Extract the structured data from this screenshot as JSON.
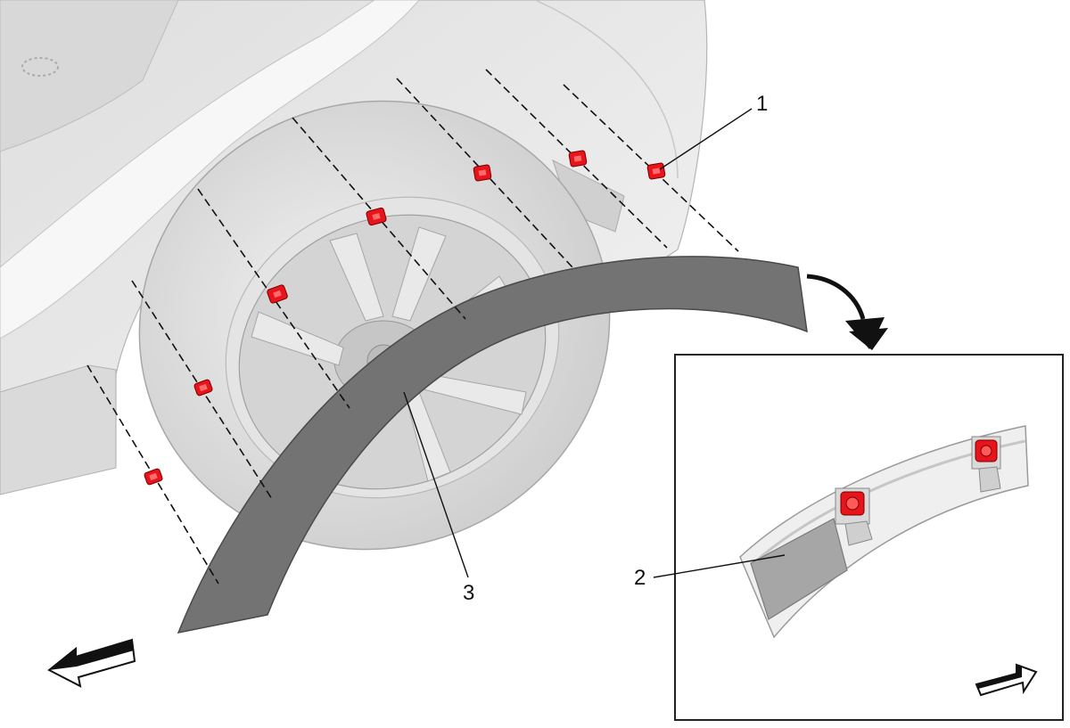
{
  "callouts": {
    "clip_label": "1",
    "seal_label": "2",
    "liner_label": "3"
  },
  "colors": {
    "body_panel": "#e6e6e6",
    "tire": "#dcdcdc",
    "wheel": "#cfcfcf",
    "liner": "#737373",
    "clip": "#e8141c",
    "line": "#111111",
    "detail_frame": "#222222"
  },
  "icons": {
    "main_direction": "arrow-left-icon",
    "detail_direction": "arrow-right-icon",
    "detail_pointer": "curved-arrow-icon"
  }
}
